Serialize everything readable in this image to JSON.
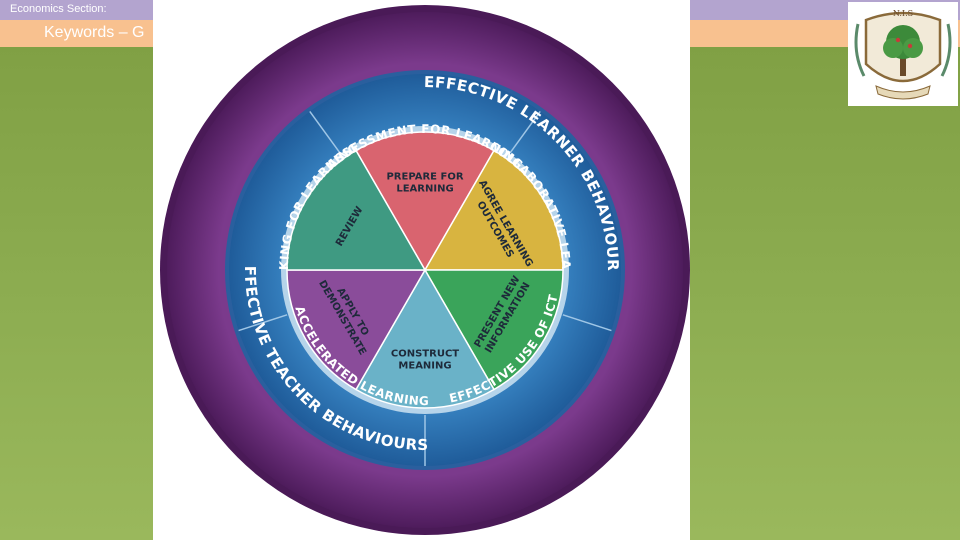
{
  "header": {
    "section_label": "Economics Section:",
    "keyword_text": "Keywords – G"
  },
  "wheel": {
    "outer_ring": {
      "top": "EFFECTIVE LEARNER BEHAVIOURS",
      "bottom": "EFFECTIVE TEACHER BEHAVIOURS"
    },
    "middle_ring": [
      "ASSESSMENT FOR LEARNING",
      "COLLABORATIVE LEARNING",
      "EFFECTIVE USE OF ICT",
      "ACCELERATED LEARNING",
      "THINKING FOR LEARNING"
    ],
    "core": [
      {
        "line1": "PREPARE FOR",
        "line2": "LEARNING",
        "color": "#d9646f"
      },
      {
        "line1": "AGREE LEARNING",
        "line2": "OUTCOMES",
        "color": "#d8b440"
      },
      {
        "line1": "PRESENT NEW",
        "line2": "INFORMATION",
        "color": "#3aa45a"
      },
      {
        "line1": "CONSTRUCT",
        "line2": "MEANING",
        "color": "#6ab2c8"
      },
      {
        "line1": "APPLY TO",
        "line2": "DEMONSTRATE",
        "color": "#8a4c9a"
      },
      {
        "line1": "REVIEW",
        "line2": "",
        "color": "#3f9a82"
      }
    ]
  },
  "logo": {
    "text": "N.I.S"
  },
  "colors": {
    "top_bar": "#b3a4cf",
    "keyword_bar": "#f8c18f",
    "background": "#8aaa4c",
    "outer_ring": "#6e2f7e",
    "middle_ring": "#2f78b8"
  }
}
